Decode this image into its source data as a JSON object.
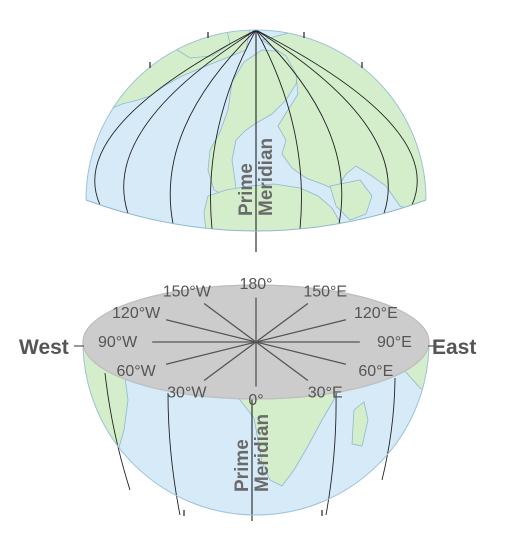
{
  "colors": {
    "ocean": "#d6eaf8",
    "land": "#d4eecb",
    "coast": "#8fb7cf",
    "grid_line": "#222222",
    "disc_fill": "#cccccc",
    "disc_edge": "#bdbdbd",
    "spoke": "#555555",
    "text": "#555555"
  },
  "labels": {
    "west": "West",
    "east": "East",
    "prime_meridian_top": [
      "Prime",
      "Meridian"
    ],
    "prime_meridian_bottom": [
      "Prime",
      "Meridian"
    ]
  },
  "longitude_labels": [
    {
      "deg": 180,
      "text": "180°"
    },
    {
      "deg": 150,
      "text": "150°E"
    },
    {
      "deg": 120,
      "text": "120°E"
    },
    {
      "deg": 90,
      "text": "90°E"
    },
    {
      "deg": 60,
      "text": "60°E"
    },
    {
      "deg": 30,
      "text": "30°E"
    },
    {
      "deg": 0,
      "text": "0°"
    },
    {
      "deg": -30,
      "text": "30°W"
    },
    {
      "deg": -60,
      "text": "60°W"
    },
    {
      "deg": -90,
      "text": "90°W"
    },
    {
      "deg": -120,
      "text": "120°W"
    },
    {
      "deg": -150,
      "text": "150°W"
    }
  ]
}
